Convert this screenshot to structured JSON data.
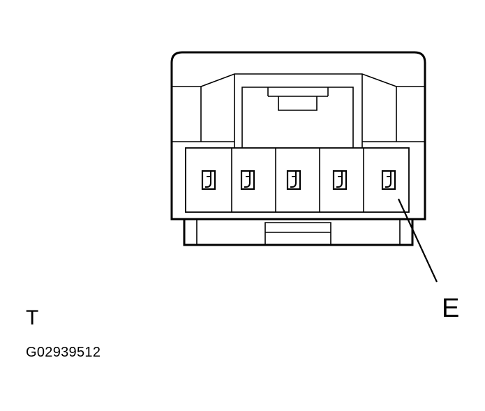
{
  "diagram": {
    "callout_label": "E",
    "view_marker": "T",
    "figure_code": "G02939512",
    "terminal_count": 5,
    "highlighted_terminal": 5,
    "line_color": "#000000",
    "background_color": "#ffffff"
  }
}
